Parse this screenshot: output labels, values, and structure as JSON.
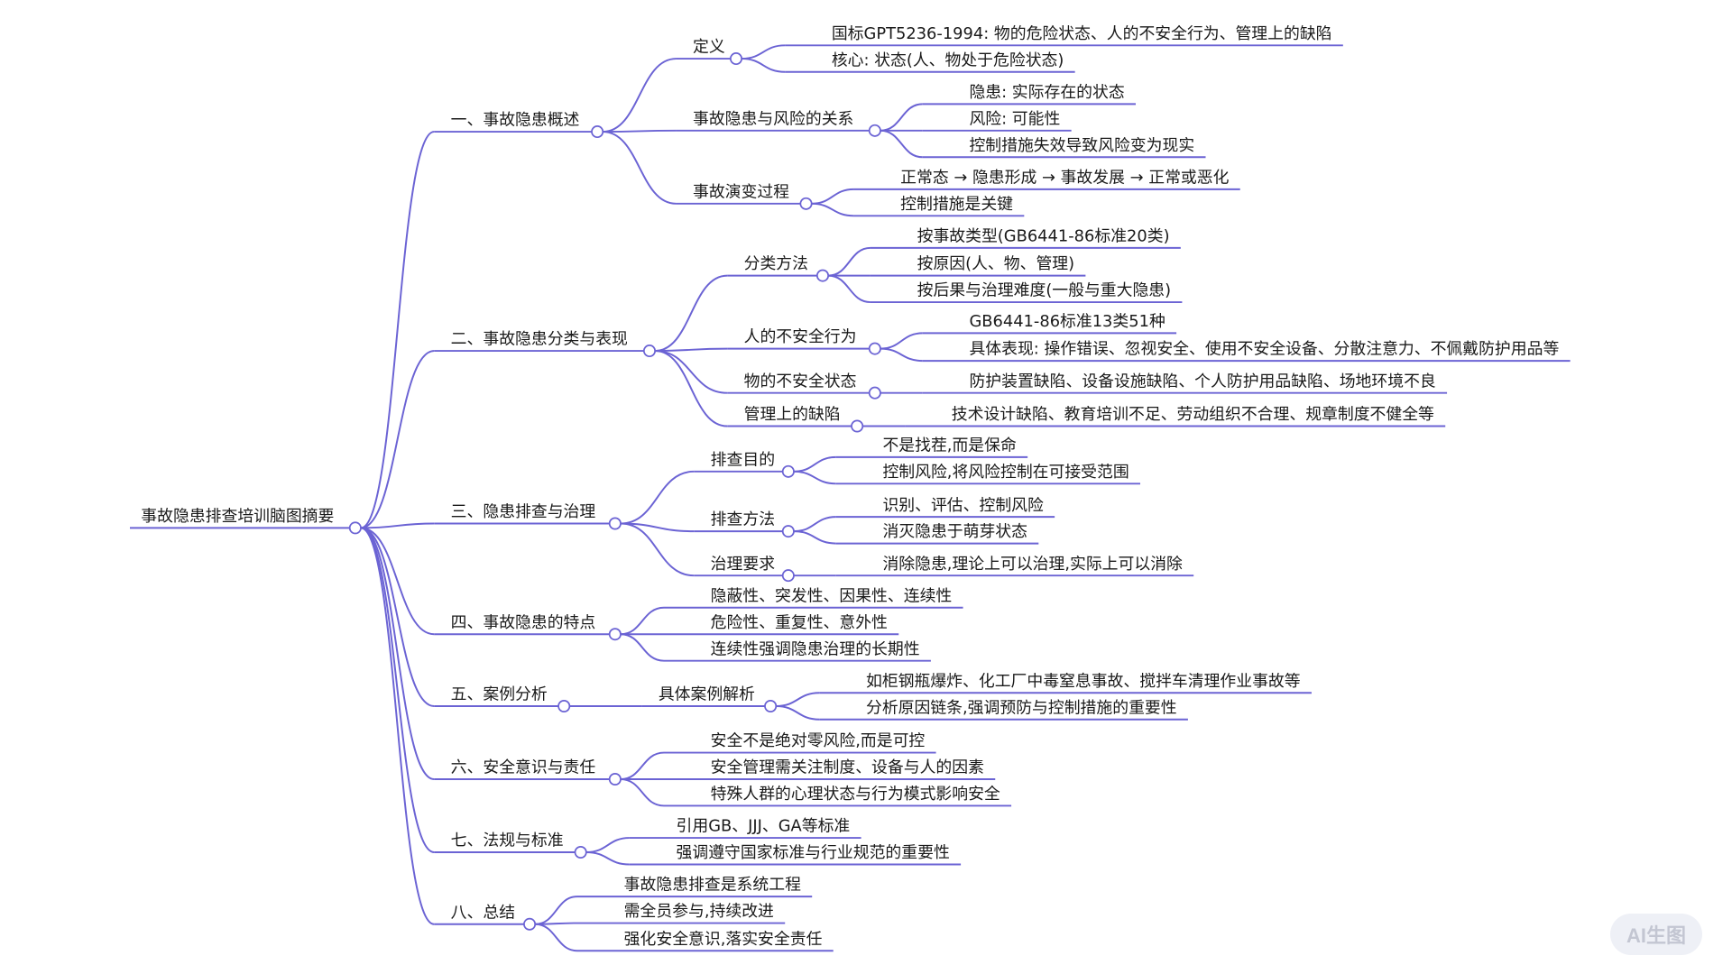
{
  "mindmap": {
    "label": "事故隐患排查培训脑图摘要",
    "children": [
      {
        "label": "一、事故隐患概述",
        "children": [
          {
            "label": "定义",
            "children": [
              {
                "label": "国标GPT5236-1994: 物的危险状态、人的不安全行为、管理上的缺陷"
              },
              {
                "label": "核心: 状态(人、物处于危险状态)"
              }
            ]
          },
          {
            "label": "事故隐患与风险的关系",
            "children": [
              {
                "label": "隐患: 实际存在的状态"
              },
              {
                "label": "风险: 可能性"
              },
              {
                "label": "控制措施失效导致风险变为现实"
              }
            ]
          },
          {
            "label": "事故演变过程",
            "children": [
              {
                "label": "正常态 → 隐患形成 → 事故发展 → 正常或恶化"
              },
              {
                "label": "控制措施是关键"
              }
            ]
          }
        ]
      },
      {
        "label": "二、事故隐患分类与表现",
        "children": [
          {
            "label": "分类方法",
            "children": [
              {
                "label": "按事故类型(GB6441-86标准20类)"
              },
              {
                "label": "按原因(人、物、管理)"
              },
              {
                "label": "按后果与治理难度(一般与重大隐患)"
              }
            ]
          },
          {
            "label": "人的不安全行为",
            "children": [
              {
                "label": "GB6441-86标准13类51种"
              },
              {
                "label": "具体表现: 操作错误、忽视安全、使用不安全设备、分散注意力、不佩戴防护用品等"
              }
            ]
          },
          {
            "label": "物的不安全状态",
            "children": [
              {
                "label": "防护装置缺陷、设备设施缺陷、个人防护用品缺陷、场地环境不良"
              }
            ]
          },
          {
            "label": "管理上的缺陷",
            "children": [
              {
                "label": "技术设计缺陷、教育培训不足、劳动组织不合理、规章制度不健全等"
              }
            ]
          }
        ]
      },
      {
        "label": "三、隐患排查与治理",
        "children": [
          {
            "label": "排查目的",
            "children": [
              {
                "label": "不是找茬,而是保命"
              },
              {
                "label": "控制风险,将风险控制在可接受范围"
              }
            ]
          },
          {
            "label": "排查方法",
            "children": [
              {
                "label": "识别、评估、控制风险"
              },
              {
                "label": "消灭隐患于萌芽状态"
              }
            ]
          },
          {
            "label": "治理要求",
            "children": [
              {
                "label": "消除隐患,理论上可以治理,实际上可以消除"
              }
            ]
          }
        ]
      },
      {
        "label": "四、事故隐患的特点",
        "children": [
          {
            "label": "隐蔽性、突发性、因果性、连续性"
          },
          {
            "label": "危险性、重复性、意外性"
          },
          {
            "label": "连续性强调隐患治理的长期性"
          }
        ]
      },
      {
        "label": "五、案例分析",
        "children": [
          {
            "label": "具体案例解析",
            "children": [
              {
                "label": "如柜钢瓶爆炸、化工厂中毒窒息事故、搅拌车清理作业事故等"
              },
              {
                "label": "分析原因链条,强调预防与控制措施的重要性"
              }
            ]
          }
        ]
      },
      {
        "label": "六、安全意识与责任",
        "children": [
          {
            "label": "安全不是绝对零风险,而是可控"
          },
          {
            "label": "安全管理需关注制度、设备与人的因素"
          },
          {
            "label": "特殊人群的心理状态与行为模式影响安全"
          }
        ]
      },
      {
        "label": "七、法规与标准",
        "children": [
          {
            "label": "引用GB、JJJ、GA等标准"
          },
          {
            "label": "强调遵守国家标准与行业规范的重要性"
          }
        ]
      },
      {
        "label": "八、总结",
        "children": [
          {
            "label": "事故隐患排查是系统工程"
          },
          {
            "label": "需全员参与,持续改进"
          },
          {
            "label": "强化安全意识,落实安全责任"
          }
        ]
      }
    ]
  },
  "badge": {
    "label": "AI生图"
  },
  "colors": {
    "line": "#6b63d4",
    "text": "#1a1a1a"
  }
}
